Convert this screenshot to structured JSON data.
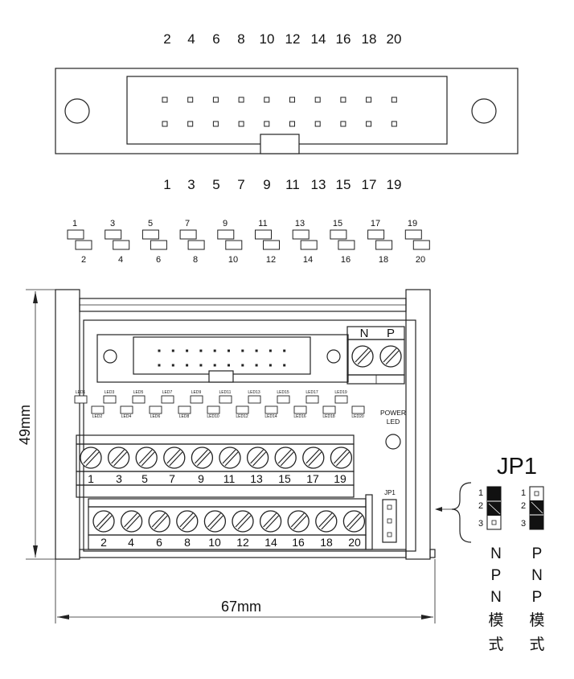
{
  "connector": {
    "top_pins": [
      "2",
      "4",
      "6",
      "8",
      "10",
      "12",
      "14",
      "16",
      "18",
      "20"
    ],
    "bottom_pins": [
      "1",
      "3",
      "5",
      "7",
      "9",
      "11",
      "13",
      "15",
      "17",
      "19"
    ]
  },
  "leds": {
    "odd": [
      "1",
      "3",
      "5",
      "7",
      "9",
      "11",
      "13",
      "15",
      "17",
      "19"
    ],
    "even": [
      "2",
      "4",
      "6",
      "8",
      "10",
      "12",
      "14",
      "16",
      "18",
      "20"
    ]
  },
  "board": {
    "led_labels_odd": [
      "LED1",
      "LED3",
      "LED5",
      "LED7",
      "LED9",
      "LED11",
      "LED13",
      "LED15",
      "LED17",
      "LED19"
    ],
    "led_labels_even": [
      "LED2",
      "LED4",
      "LED6",
      "LED8",
      "LED10",
      "LED12",
      "LED14",
      "LED16",
      "LED18",
      "LED20"
    ],
    "terminal_top": [
      "1",
      "3",
      "5",
      "7",
      "9",
      "11",
      "13",
      "15",
      "17",
      "19"
    ],
    "terminal_bottom": [
      "2",
      "4",
      "6",
      "8",
      "10",
      "12",
      "14",
      "16",
      "18",
      "20"
    ],
    "np_n": "N",
    "np_p": "P",
    "power_led_line1": "POWER",
    "power_led_line2": "LED",
    "jp1_small": "JP1"
  },
  "dimensions": {
    "height": "49mm",
    "width": "67mm"
  },
  "jp1_detail": {
    "title": "JP1",
    "pins": [
      "1",
      "2",
      "3"
    ],
    "npn_label": [
      "N",
      "P",
      "N",
      "模",
      "式"
    ],
    "pnp_label": [
      "P",
      "N",
      "P",
      "模",
      "式"
    ]
  }
}
